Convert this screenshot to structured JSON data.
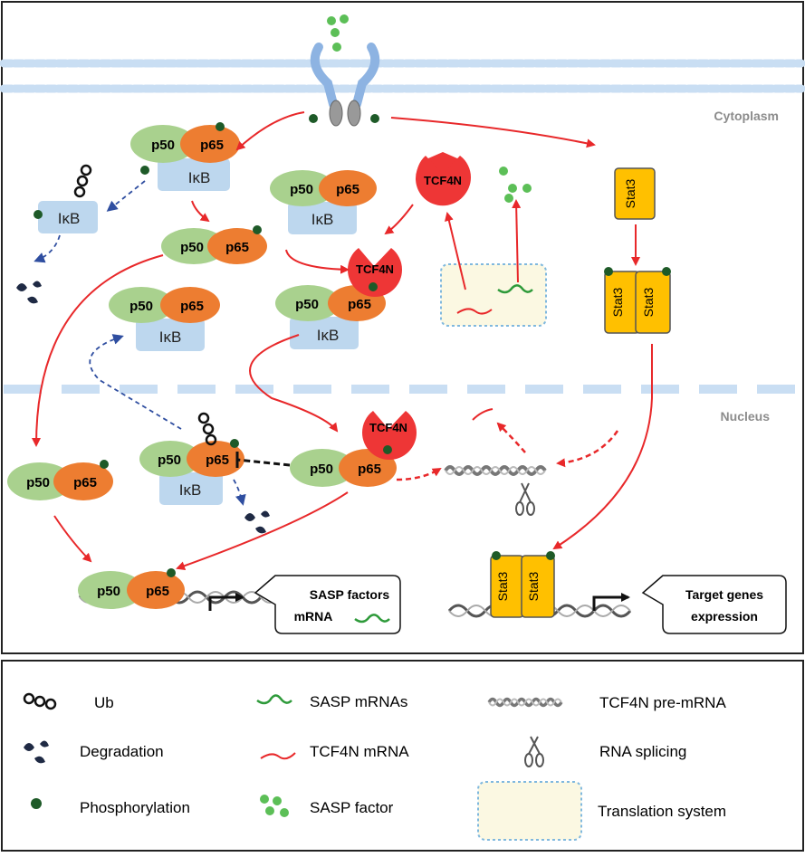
{
  "compartments": {
    "cytoplasm": "Cytoplasm",
    "nucleus": "Nucleus"
  },
  "proteins": {
    "p50": "p50",
    "p65": "p65",
    "ikb": "IκB",
    "tcf4n": "TCF4N",
    "stat3": "Stat3"
  },
  "callouts": {
    "sasp_line1": "SASP factors",
    "sasp_line2": "mRNA",
    "target_line1": "Target genes",
    "target_line2": "expression"
  },
  "legend": {
    "ub": "Ub",
    "degradation": "Degradation",
    "phosphorylation": "Phosphorylation",
    "sasp_mrnas": "SASP mRNAs",
    "tcf4n_mrna": "TCF4N mRNA",
    "sasp_factor": "SASP factor",
    "tcf4n_pre_mrna": "TCF4N pre-mRNA",
    "rna_splicing": "RNA splicing",
    "translation_system": "Translation system"
  },
  "colors": {
    "p50": "#a9d18e",
    "p65": "#ed7d31",
    "ikb": "#bdd7ee",
    "tcf4n": "#ee3636",
    "stat3": "#ffc000",
    "phospho": "#1e5a28",
    "sasp_factor": "#5cbf57",
    "arrow_red": "#e8282a",
    "arrow_blue": "#2f4ea0",
    "membrane": "#c9def3",
    "translation_fill": "#fbf8e2"
  }
}
